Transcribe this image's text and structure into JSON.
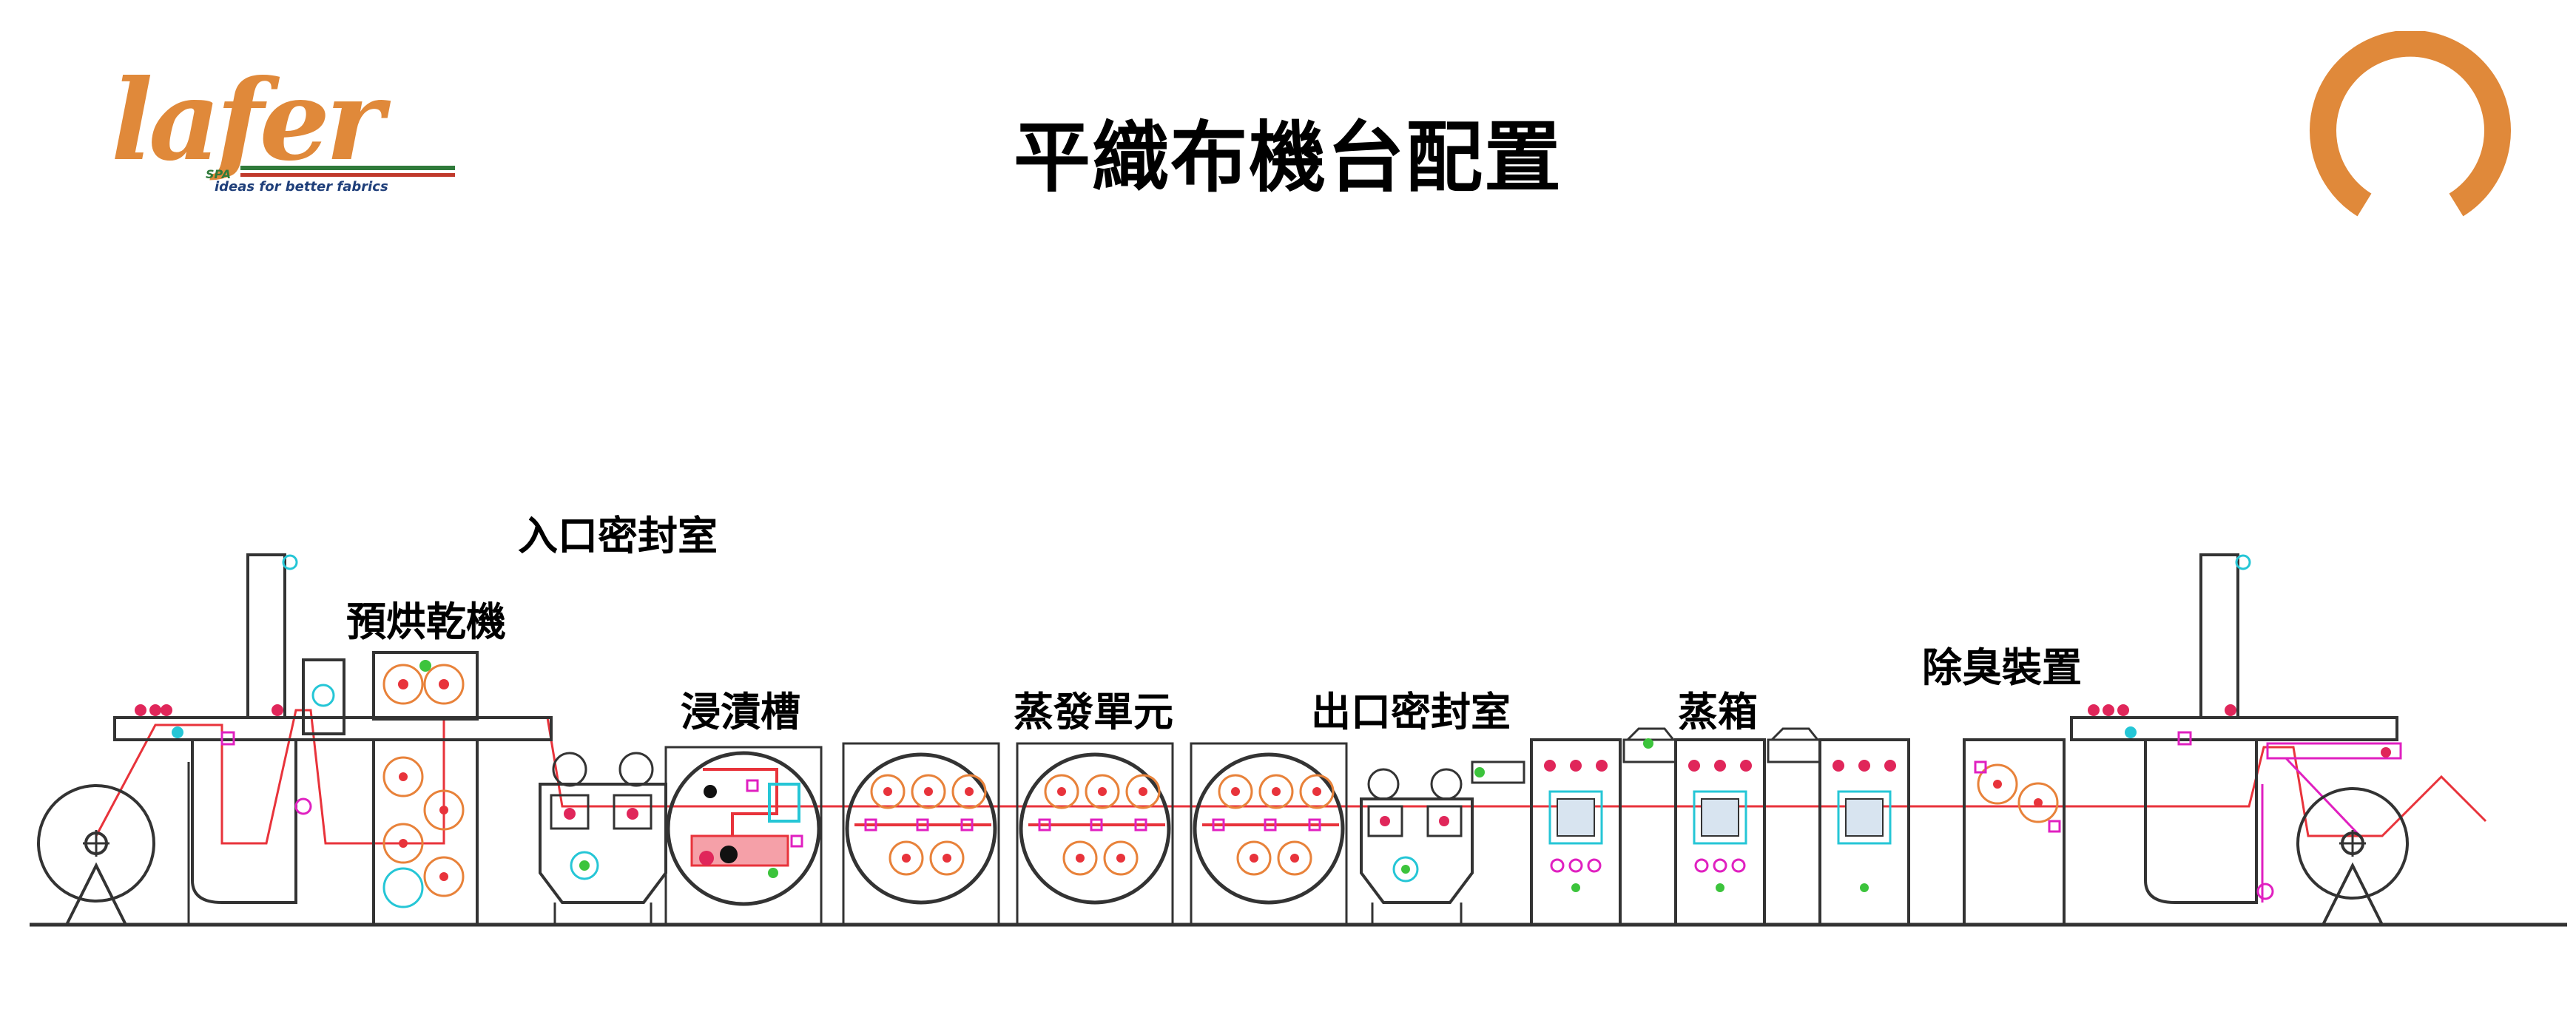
{
  "title": "平織布機台配置",
  "logo": {
    "word": "lafer",
    "spa": "SPA",
    "tagline": "ideas for better fabrics",
    "color": "#e0893a"
  },
  "brand_mark_color": "#e0893a",
  "sections": {
    "entry_seal": "入口密封室",
    "predryer": "預烘乾機",
    "impregnation": "浸漬槽",
    "evaporation": "蒸發單元",
    "exit_seal": "出口密封室",
    "steamer": "蒸箱",
    "deodorizer": "除臭裝置"
  },
  "colors": {
    "line": "#333333",
    "fabric": "#e8333b",
    "roller": "#e0265a",
    "magenta": "#e020c0",
    "cyan": "#25c6d6",
    "green": "#3cc43c",
    "orange": "#e8823a"
  }
}
